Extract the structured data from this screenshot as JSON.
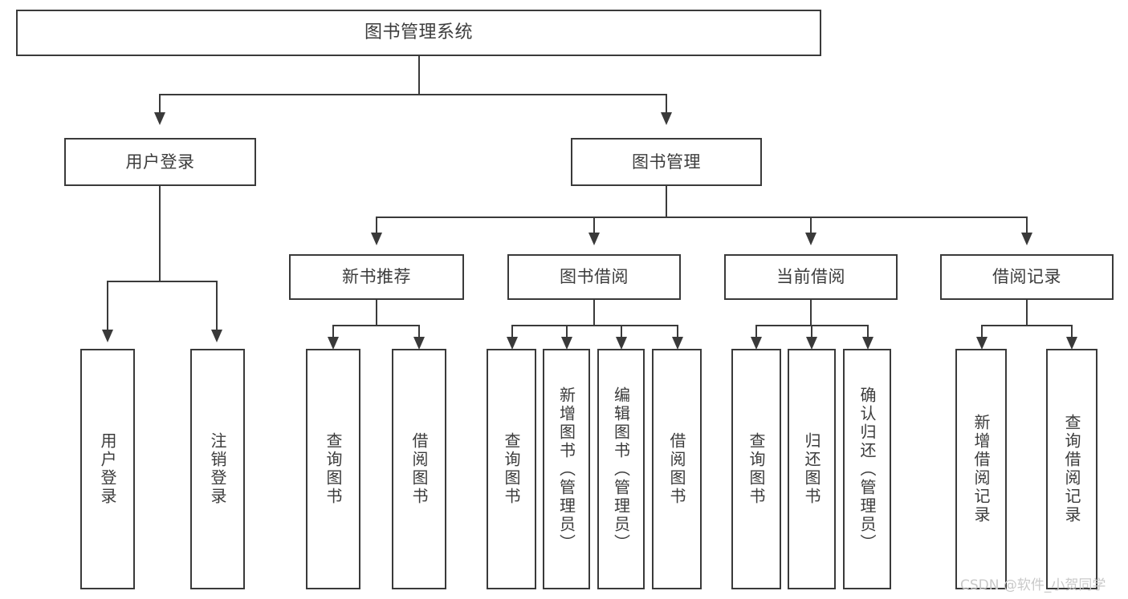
{
  "diagram": {
    "title": "图书管理系统",
    "type": "tree-hierarchy-diagram",
    "colors": {
      "stroke": "#3a3a3a",
      "fill": "#ffffff",
      "text": "#3c3c3c",
      "watermark": "#c9c9c9"
    },
    "root": {
      "label": "图书管理系统"
    },
    "level2": [
      {
        "label": "用户登录"
      },
      {
        "label": "图书管理"
      }
    ],
    "level3": [
      {
        "label": "新书推荐"
      },
      {
        "label": "图书借阅"
      },
      {
        "label": "当前借阅"
      },
      {
        "label": "借阅记录"
      }
    ],
    "leaves": {
      "user_login": [
        {
          "label": "用户登录"
        },
        {
          "label": "注销登录"
        }
      ],
      "new_book_recommend": [
        {
          "label": "查询图书"
        },
        {
          "label": "借阅图书"
        }
      ],
      "book_borrow": [
        {
          "label": "查询图书"
        },
        {
          "label": "新增图书（管理员）"
        },
        {
          "label": "编辑图书（管理员）"
        },
        {
          "label": "借阅图书"
        }
      ],
      "current_borrow": [
        {
          "label": "查询图书"
        },
        {
          "label": "归还图书"
        },
        {
          "label": "确认归还（管理员）"
        }
      ],
      "borrow_record": [
        {
          "label": "新增借阅记录"
        },
        {
          "label": "查询借阅记录"
        }
      ]
    },
    "watermark": "CSDN @软件_小贺同学"
  }
}
